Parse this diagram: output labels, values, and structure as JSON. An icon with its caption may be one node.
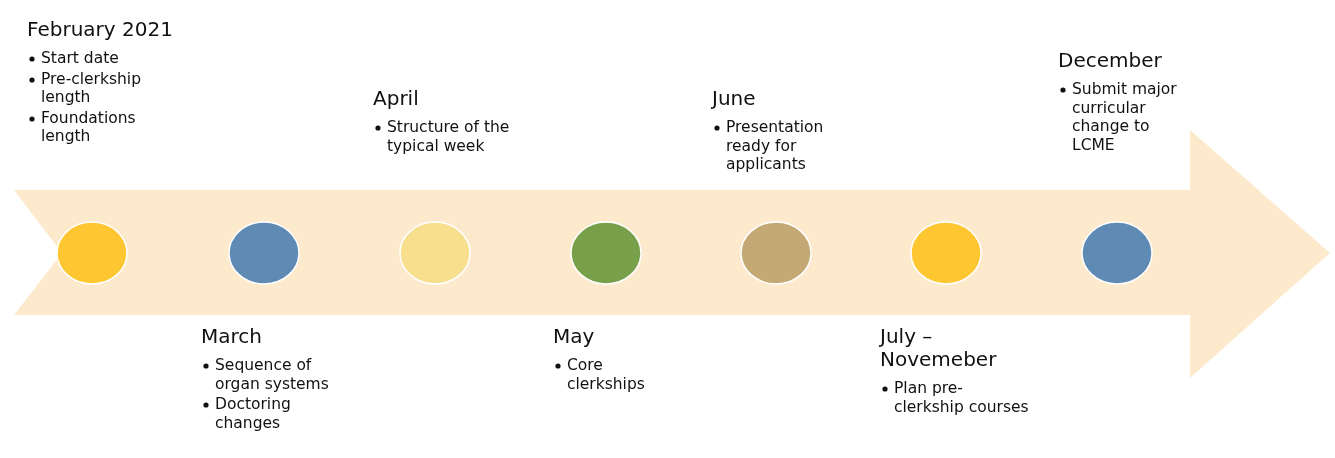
{
  "diagram": {
    "nodes": [
      {
        "text": [],
        "shape": "circle",
        "beside": [
          "February 2021",
          "Start date",
          "Pre-clerkship length",
          "Foundations length"
        ]
      },
      {
        "text": [],
        "shape": "circle",
        "beside": [
          "March",
          "Sequence of organ systems",
          "Doctoring changes"
        ]
      },
      {
        "text": [],
        "shape": "circle",
        "beside": [
          "April",
          "Structure of the typical week"
        ]
      },
      {
        "text": [],
        "shape": "circle",
        "beside": [
          "May",
          "Core clerkships"
        ]
      },
      {
        "text": [],
        "shape": "circle",
        "beside": [
          "June",
          "Presentation ready for applicants"
        ]
      },
      {
        "text": [],
        "shape": "circle",
        "beside": [
          "July – Novemeber",
          "Plan pre-clerkship courses"
        ]
      },
      {
        "text": [],
        "shape": "circle",
        "beside": [
          "December",
          "Submit major curricular change to LCME"
        ]
      }
    ]
  }
}
